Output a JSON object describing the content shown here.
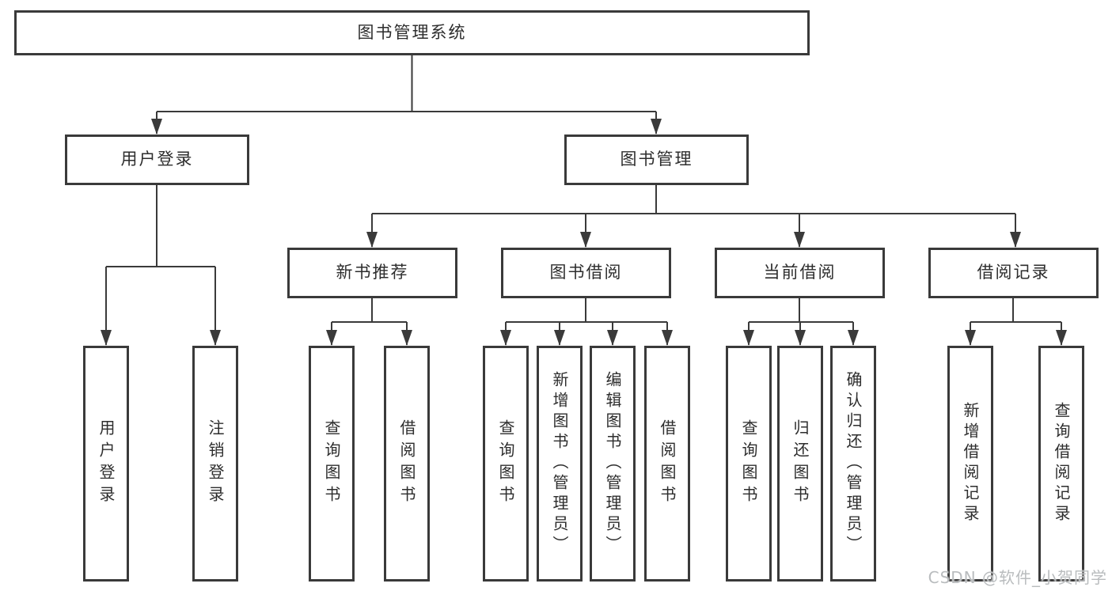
{
  "tree": {
    "label": "图书管理系统",
    "children": [
      {
        "label": "用户登录",
        "children": [
          {
            "label": "用户登录"
          },
          {
            "label": "注销登录"
          }
        ]
      },
      {
        "label": "图书管理",
        "children": [
          {
            "label": "新书推荐",
            "children": [
              {
                "label": "查询图书"
              },
              {
                "label": "借阅图书"
              }
            ]
          },
          {
            "label": "图书借阅",
            "children": [
              {
                "label": "查询图书"
              },
              {
                "label": "新增图书（管理员）"
              },
              {
                "label": "编辑图书（管理员）"
              },
              {
                "label": "借阅图书"
              }
            ]
          },
          {
            "label": "当前借阅",
            "children": [
              {
                "label": "查询图书"
              },
              {
                "label": "归还图书"
              },
              {
                "label": "确认归还（管理员）"
              }
            ]
          },
          {
            "label": "借阅记录",
            "children": [
              {
                "label": "新增借阅记录"
              },
              {
                "label": "查询借阅记录"
              }
            ]
          }
        ]
      }
    ]
  },
  "watermark": "CSDN @软件_小贺同学",
  "colors": {
    "line": "#3a3a3a",
    "box_border": "#3a3a3a",
    "text": "#2d2d2d",
    "watermark": "#b9bcbe",
    "background": "#ffffff"
  }
}
